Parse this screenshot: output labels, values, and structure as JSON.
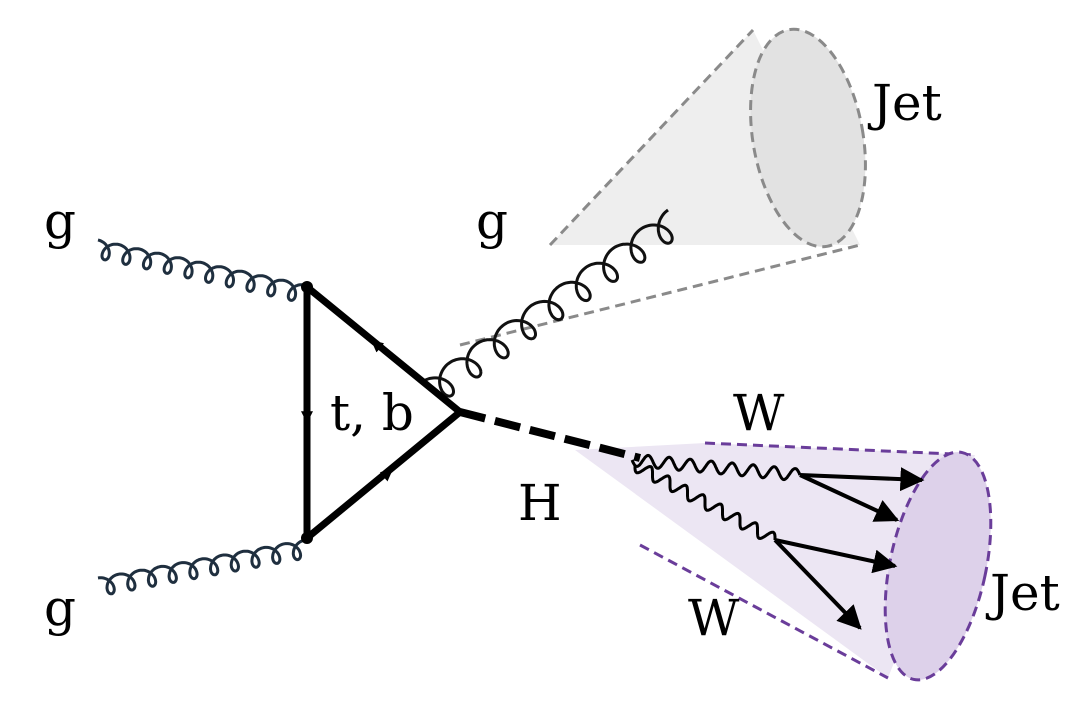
{
  "labels": {
    "gluon_in_top": "g",
    "gluon_in_bottom": "g",
    "gluon_out": "g",
    "loop": "t, b",
    "higgs": "H",
    "w_upper": "W",
    "w_lower": "W",
    "jet_upper": "Jet",
    "jet_lower": "Jet"
  },
  "colors": {
    "ink": "#000000",
    "gluon_line": "#1f2f3f",
    "jet_upper_fill": "#eeeeee",
    "jet_upper_stroke": "#8a8a8a",
    "jet_lower_fill": "#ece6f3",
    "jet_lower_stroke": "#6a3d9a"
  }
}
